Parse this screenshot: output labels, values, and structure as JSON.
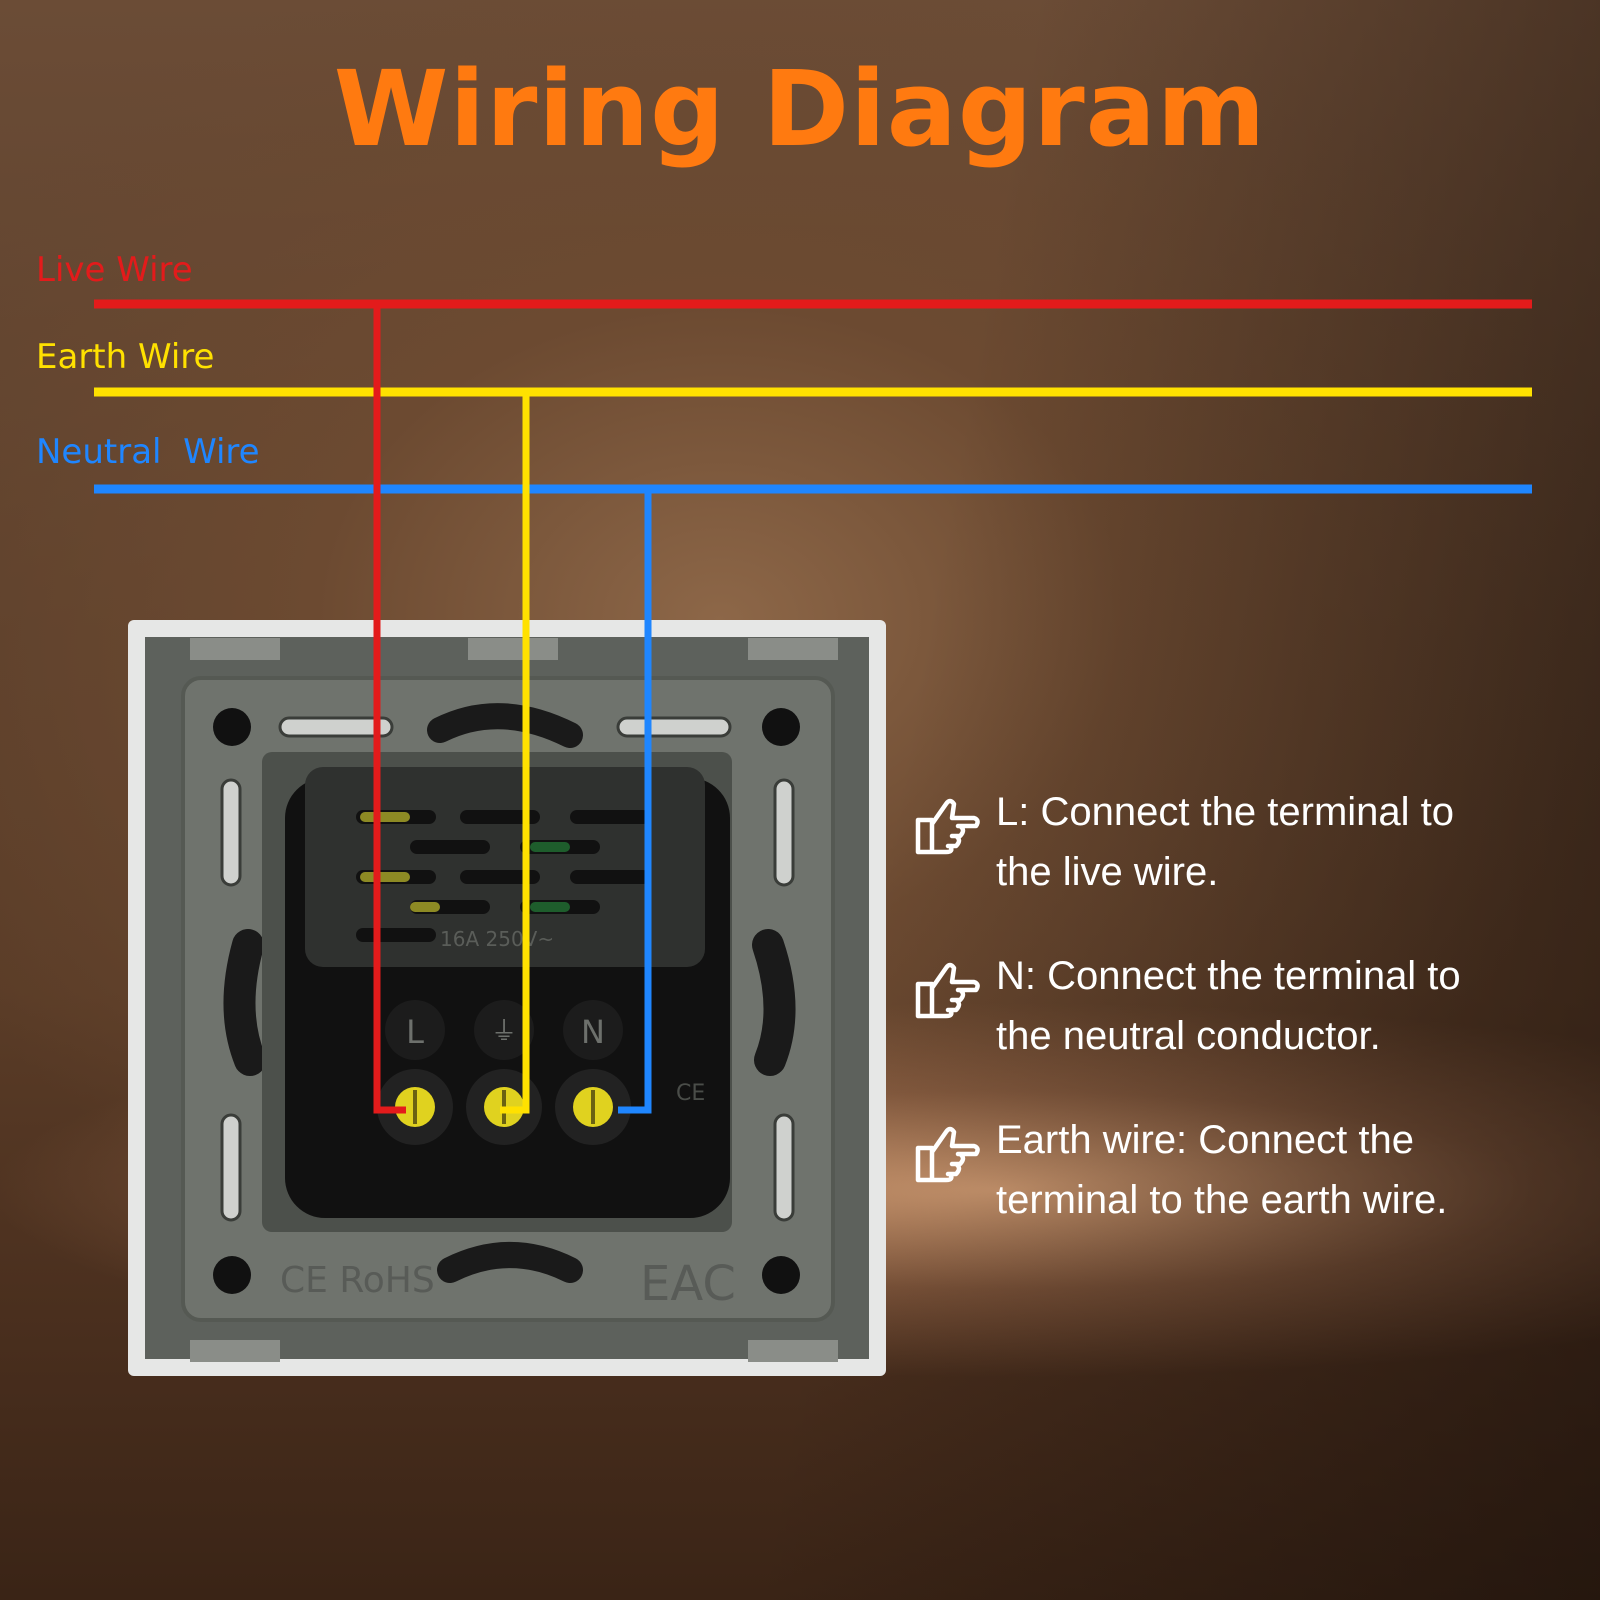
{
  "title": "Wiring Diagram",
  "wires": {
    "live": {
      "label": "Live Wire",
      "color": "#e31b1b"
    },
    "earth": {
      "label": "Earth Wire",
      "color": "#ffe100"
    },
    "neutral": {
      "label": "Neutral  Wire",
      "color": "#1f86ff"
    }
  },
  "socket": {
    "terminals": [
      "L",
      "⏚",
      "N"
    ],
    "rating": "16A 250V~",
    "marks": [
      "CE RoHS",
      "EAC",
      "CE"
    ]
  },
  "instructions": [
    {
      "icon": "pointing-hand-icon",
      "lines": [
        "L: Connect the terminal to",
        "the live wire."
      ]
    },
    {
      "icon": "pointing-hand-icon",
      "lines": [
        "N: Connect the terminal to",
        "the neutral conductor."
      ]
    },
    {
      "icon": "pointing-hand-icon",
      "lines": [
        "Earth wire: Connect the",
        "terminal to the earth wire."
      ]
    }
  ]
}
